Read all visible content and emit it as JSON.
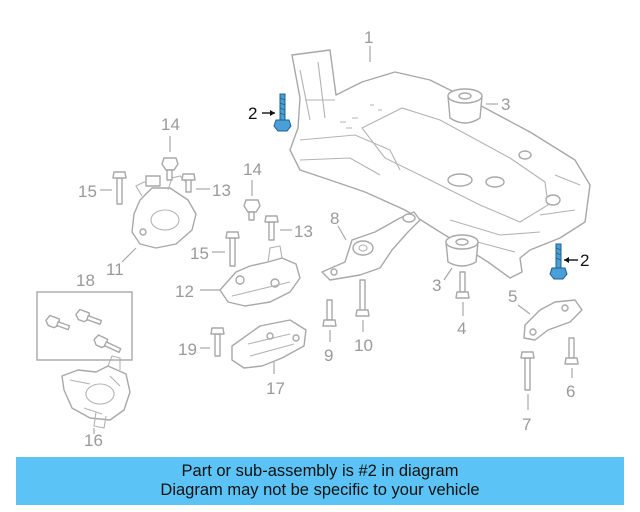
{
  "diagram": {
    "callouts": {
      "c1": "1",
      "c2a": "2",
      "c2b": "2",
      "c3a": "3",
      "c3b": "3",
      "c4": "4",
      "c5": "5",
      "c6": "6",
      "c7": "7",
      "c8": "8",
      "c9": "9",
      "c10": "10",
      "c11": "11",
      "c12": "12",
      "c13a": "13",
      "c13b": "13",
      "c14a": "14",
      "c14b": "14",
      "c15a": "15",
      "c15b": "15",
      "c16": "16",
      "c17": "17",
      "c18": "18",
      "c19": "19"
    },
    "highlight_color": "#4a9fd8"
  },
  "caption": {
    "line1": "Part or sub-assembly is #2 in diagram",
    "line2": "Diagram may not be specific to your vehicle",
    "background": "#5bc3f5"
  }
}
